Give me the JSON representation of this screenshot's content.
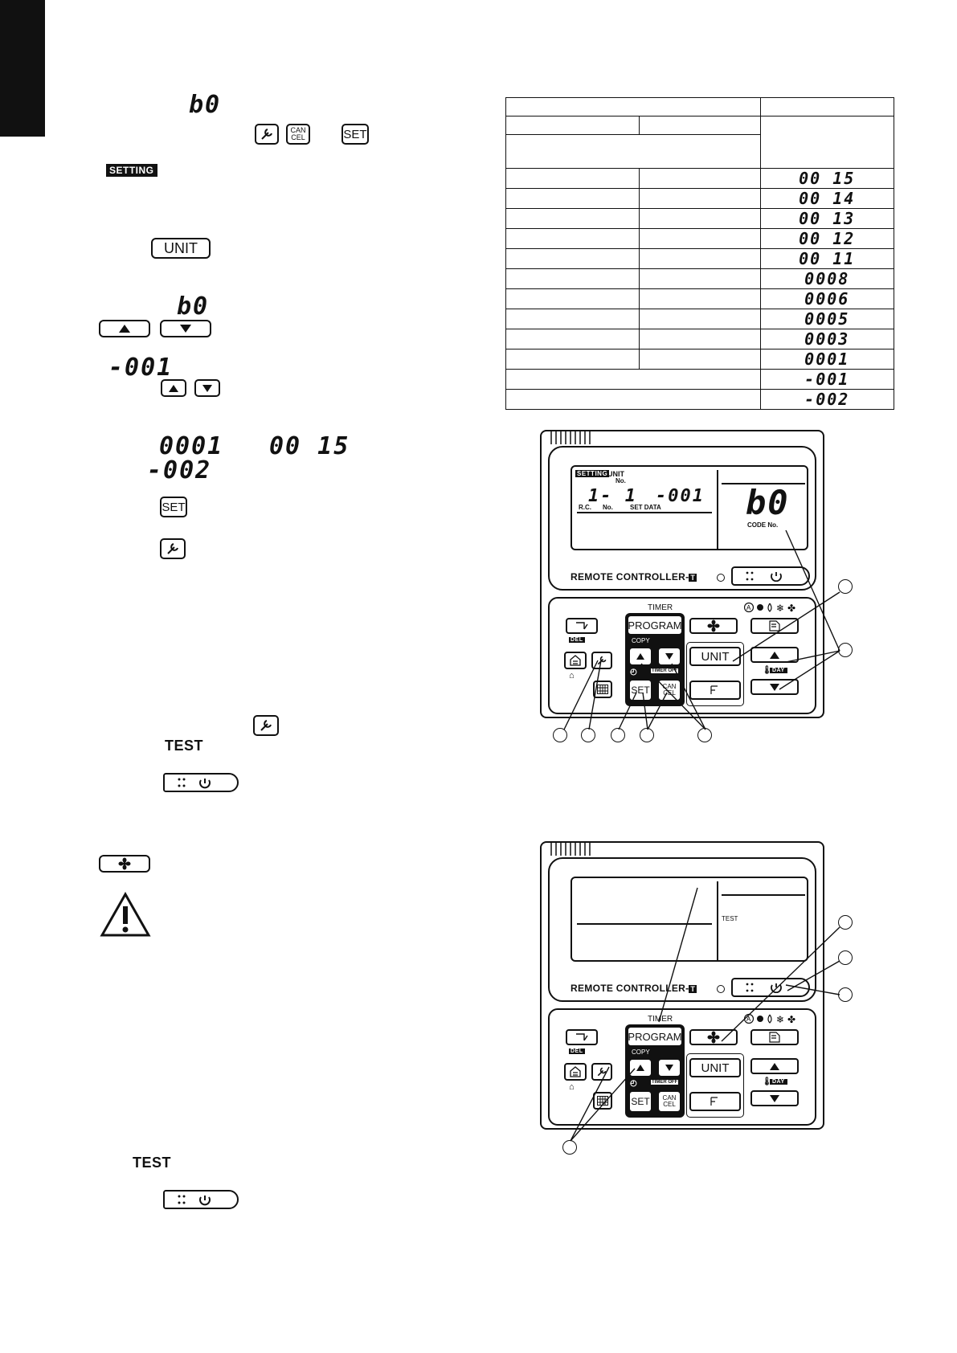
{
  "step_displays": {
    "code_b0_top": "b0",
    "key_cancel": "CAN CEL",
    "key_set": "SET",
    "setting_badge": "SETTING",
    "key_unit": "UNIT",
    "code_b0_mid": "b0",
    "value_minus001": "-001",
    "value_0001": "0001",
    "value_0015": "00 15",
    "value_minus002": "-002",
    "key_set_2": "SET",
    "test_label_1": "TEST",
    "test_label_2": "TEST"
  },
  "table": {
    "codes": [
      "00 15",
      "00 14",
      "00 13",
      "00 12",
      "00 11",
      "0008",
      "0006",
      "0005",
      "0003",
      "0001",
      "-001",
      "-002"
    ]
  },
  "controller1": {
    "lcd_setting": "SETTING",
    "lcd_unit": "UNIT",
    "lcd_no": "No.",
    "lcd_unit_value": "1- 1",
    "lcd_set_value": "-001",
    "lcd_rc": "R.C.",
    "lcd_rc_no": "No.",
    "lcd_set_data": "SET DATA",
    "lcd_code": "b0",
    "lcd_code_no": "CODE No.",
    "model": "REMOTE CONTROLLER-",
    "model_suffix": "T",
    "timer": "TIMER",
    "program": "PROGRAM",
    "copy": "COPY",
    "del": "DEL",
    "timer_off": "TIMER OFF",
    "set": "SET",
    "cancel": "CAN CEL",
    "unit": "UNIT",
    "day": "DAY"
  },
  "controller2": {
    "lcd_test": "TEST",
    "model": "REMOTE CONTROLLER-",
    "model_suffix": "T",
    "timer": "TIMER",
    "program": "PROGRAM",
    "copy": "COPY",
    "del": "DEL",
    "timer_off": "TIMER OFF",
    "set": "SET",
    "cancel": "CAN CEL",
    "unit": "UNIT",
    "day": "DAY"
  }
}
